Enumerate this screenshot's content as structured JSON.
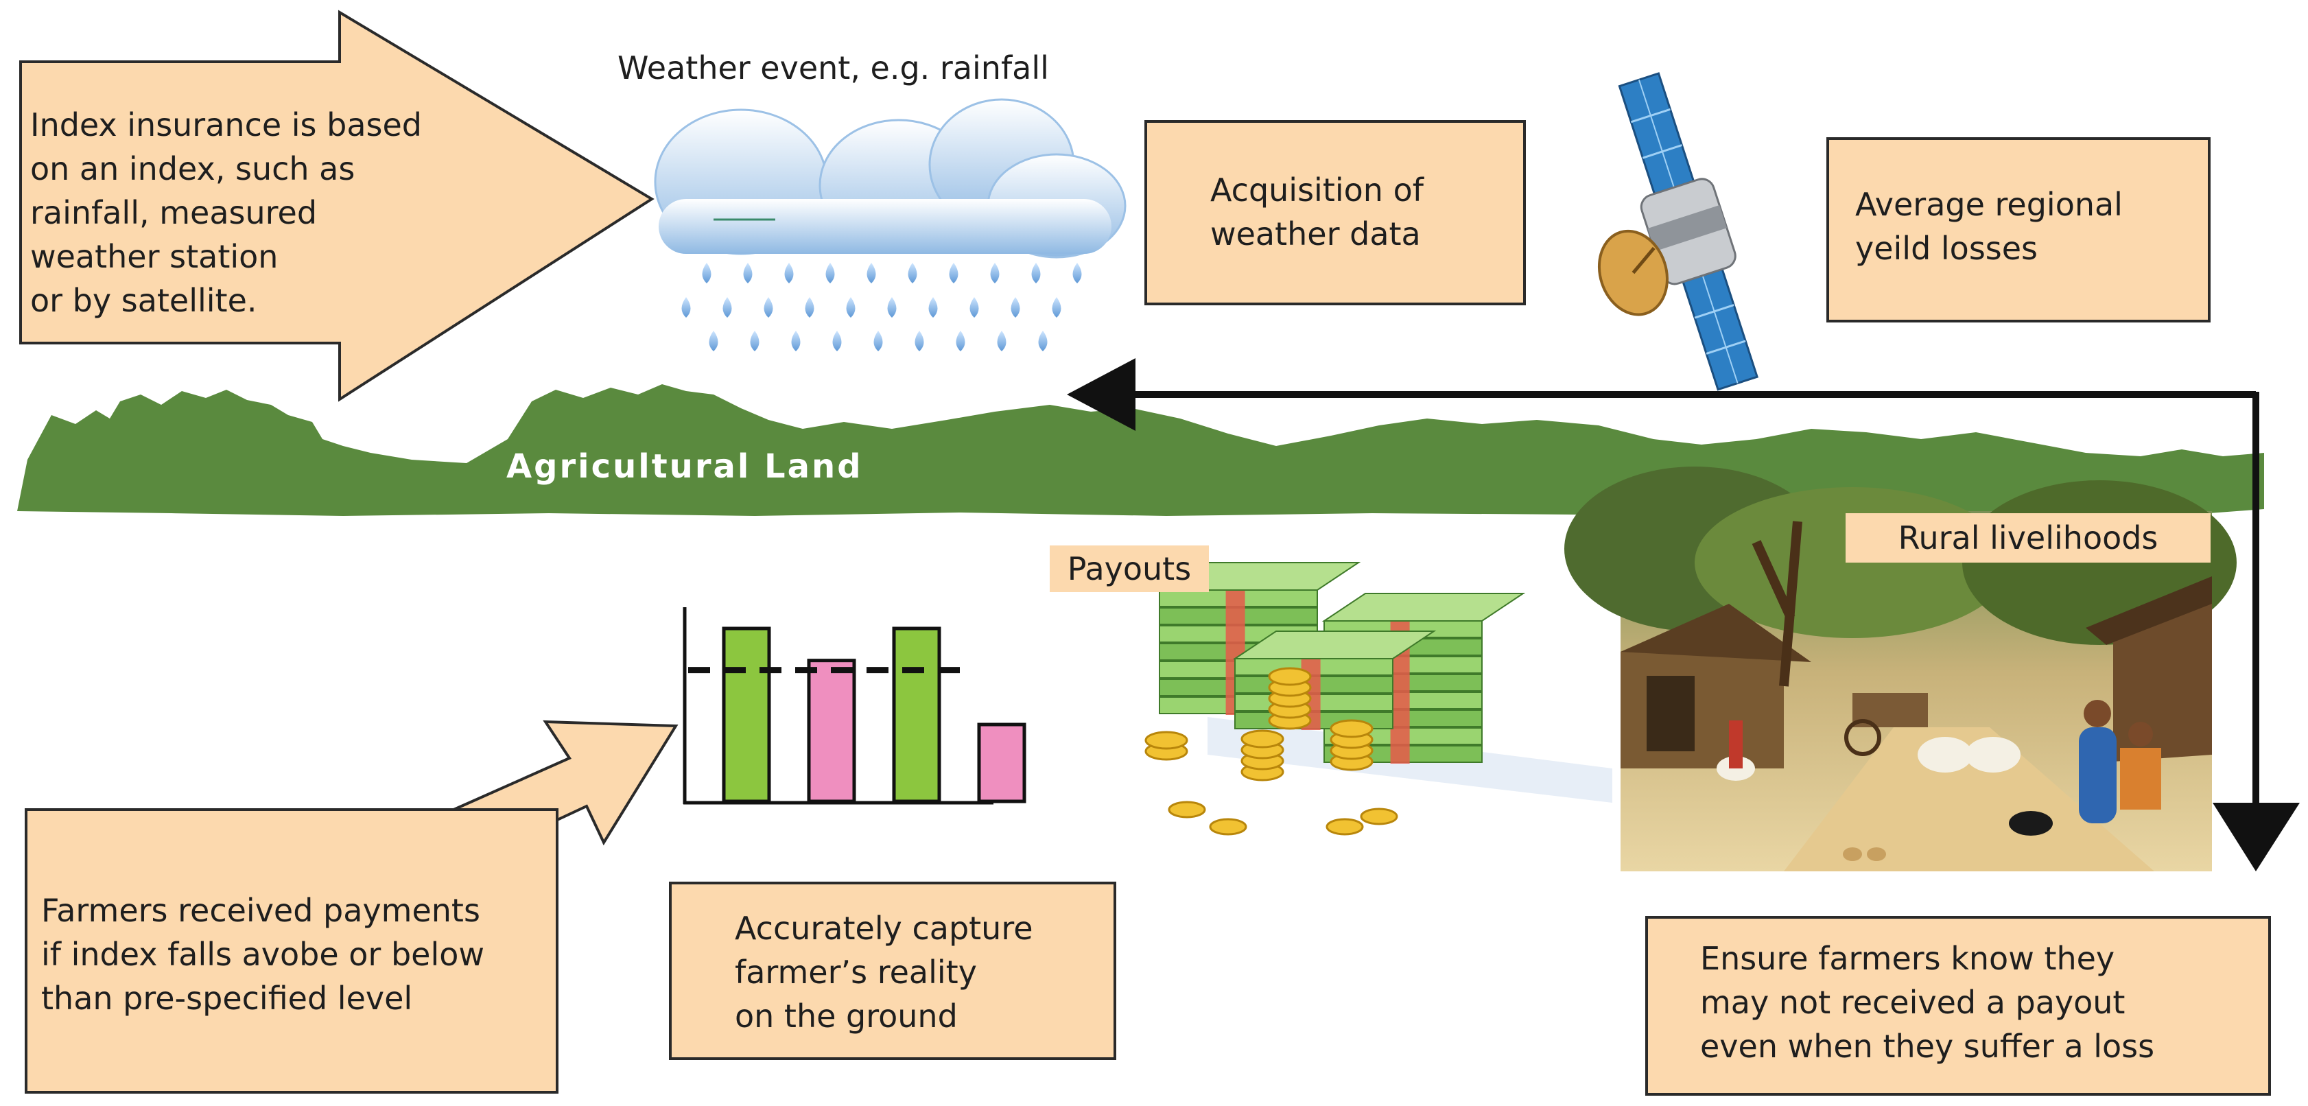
{
  "labels": {
    "weather_event": "Weather event, e.g. rainfall",
    "agricultural_land": "Agricultural Land",
    "payouts": "Payouts",
    "rural_livelihoods": "Rural livelihoods"
  },
  "boxes": {
    "index_insurance": "Index insurance is based\non an index, such as\nrainfall, measured\nweather station\nor by satellite.",
    "acquisition": "Acquisition of\nweather data",
    "average_losses": "Average regional\nyeild losses",
    "farmers_payments": "Farmers received payments\nif index falls avobe or below\nthan pre-specified level",
    "accurately_capture": "Accurately capture\nfarmer’s reality\non the ground",
    "ensure_farmers": "Ensure farmers know they\nmay not received a payout\neven when they suffer a loss"
  },
  "colors": {
    "box_fill": "#fcd9ae",
    "land_green": "#5a8a3e",
    "bar_green": "#8cc63f",
    "bar_pink": "#ef8fbf",
    "money_green": "#8fcc6a",
    "coin_gold": "#f1c232",
    "arrow_dark": "#111111"
  },
  "chart_data": {
    "type": "bar",
    "categories": [
      "",
      "",
      "",
      ""
    ],
    "values": [
      5.4,
      4.4,
      5.4,
      2.4
    ],
    "threshold": 4.1,
    "ylim": [
      0,
      6
    ],
    "bar_colors": [
      "#8cc63f",
      "#ef8fbf",
      "#8cc63f",
      "#ef8fbf"
    ],
    "title": "",
    "xlabel": "",
    "ylabel": ""
  },
  "icons": [
    "cloud-rain-icon",
    "satellite-icon",
    "money-stack-icon",
    "village-scene-icon"
  ]
}
